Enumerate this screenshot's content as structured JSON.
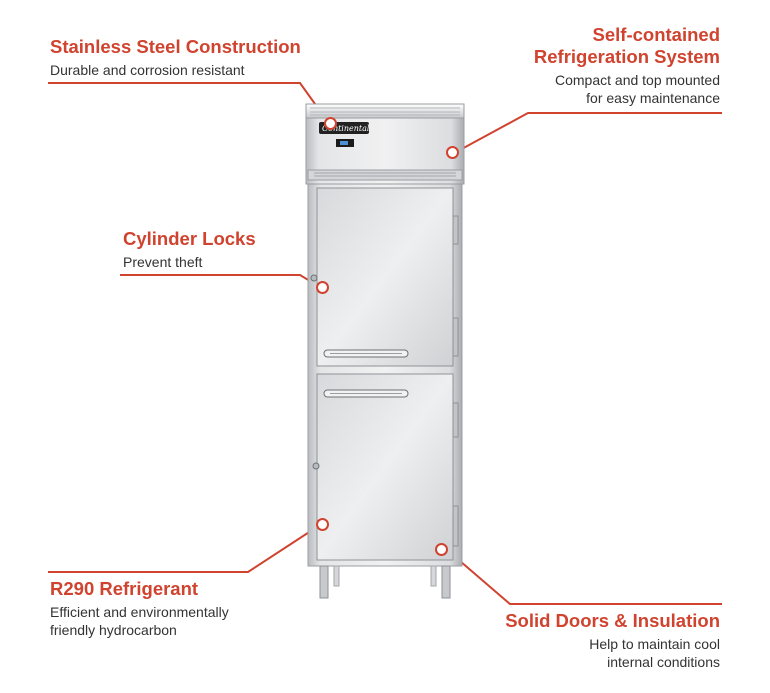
{
  "colors": {
    "accent": "#d0432f",
    "text": "#333333",
    "steel_light": "#e6e7e9",
    "steel_mid": "#c9cbce",
    "steel_dark": "#8f9296"
  },
  "product": {
    "logo_text": "Continental",
    "image_name": "reach-in-refrigerator-half-doors"
  },
  "callouts": {
    "stainless": {
      "title": "Stainless Steel Construction",
      "desc": "Durable and corrosion resistant"
    },
    "refrigeration": {
      "title_line1": "Self-contained",
      "title_line2": "Refrigeration System",
      "desc_line1": "Compact and top mounted",
      "desc_line2": "for easy maintenance"
    },
    "locks": {
      "title": "Cylinder Locks",
      "desc": "Prevent theft"
    },
    "refrigerant": {
      "title": "R290 Refrigerant",
      "desc_line1": "Efficient and environmentally",
      "desc_line2": "friendly hydrocarbon"
    },
    "doors": {
      "title": "Solid Doors & Insulation",
      "desc_line1": "Help to maintain cool",
      "desc_line2": "internal conditions"
    }
  }
}
